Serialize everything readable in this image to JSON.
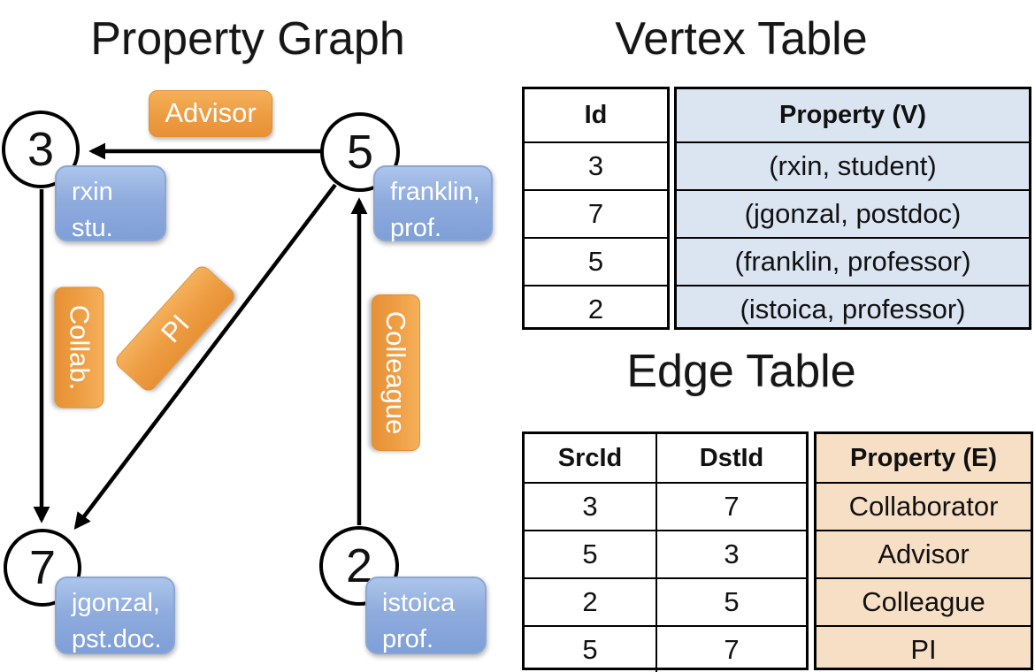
{
  "graph": {
    "title": "Property Graph",
    "nodes": [
      {
        "id": "3",
        "label_line1": "rxin",
        "label_line2": "stu."
      },
      {
        "id": "5",
        "label_line1": "franklin,",
        "label_line2": "prof."
      },
      {
        "id": "7",
        "label_line1": "jgonzal,",
        "label_line2": "pst.doc."
      },
      {
        "id": "2",
        "label_line1": "istoica",
        "label_line2": "prof."
      }
    ],
    "edge_labels": {
      "advisor": "Advisor",
      "collab": "Collab.",
      "pi": "PI",
      "colleague": "Colleague"
    }
  },
  "vertex_table": {
    "title": "Vertex Table",
    "columns": {
      "id": "Id",
      "property": "Property (V)"
    },
    "rows": [
      {
        "id": "3",
        "property": "(rxin, student)"
      },
      {
        "id": "7",
        "property": "(jgonzal, postdoc)"
      },
      {
        "id": "5",
        "property": "(franklin, professor)"
      },
      {
        "id": "2",
        "property": "(istoica, professor)"
      }
    ]
  },
  "edge_table": {
    "title": "Edge Table",
    "columns": {
      "src": "SrcId",
      "dst": "DstId",
      "property": "Property (E)"
    },
    "rows": [
      {
        "src": "3",
        "dst": "7",
        "property": "Collaborator"
      },
      {
        "src": "5",
        "dst": "3",
        "property": "Advisor"
      },
      {
        "src": "2",
        "dst": "5",
        "property": "Colleague"
      },
      {
        "src": "5",
        "dst": "7",
        "property": "PI"
      }
    ]
  },
  "colors": {
    "edge_label_orange": "#ED9C42",
    "vertex_box_blue": "#8FACDD",
    "vertex_table_fill": "#DBE5F2",
    "edge_table_fill": "#F7DFC5",
    "line_black": "#000000"
  }
}
